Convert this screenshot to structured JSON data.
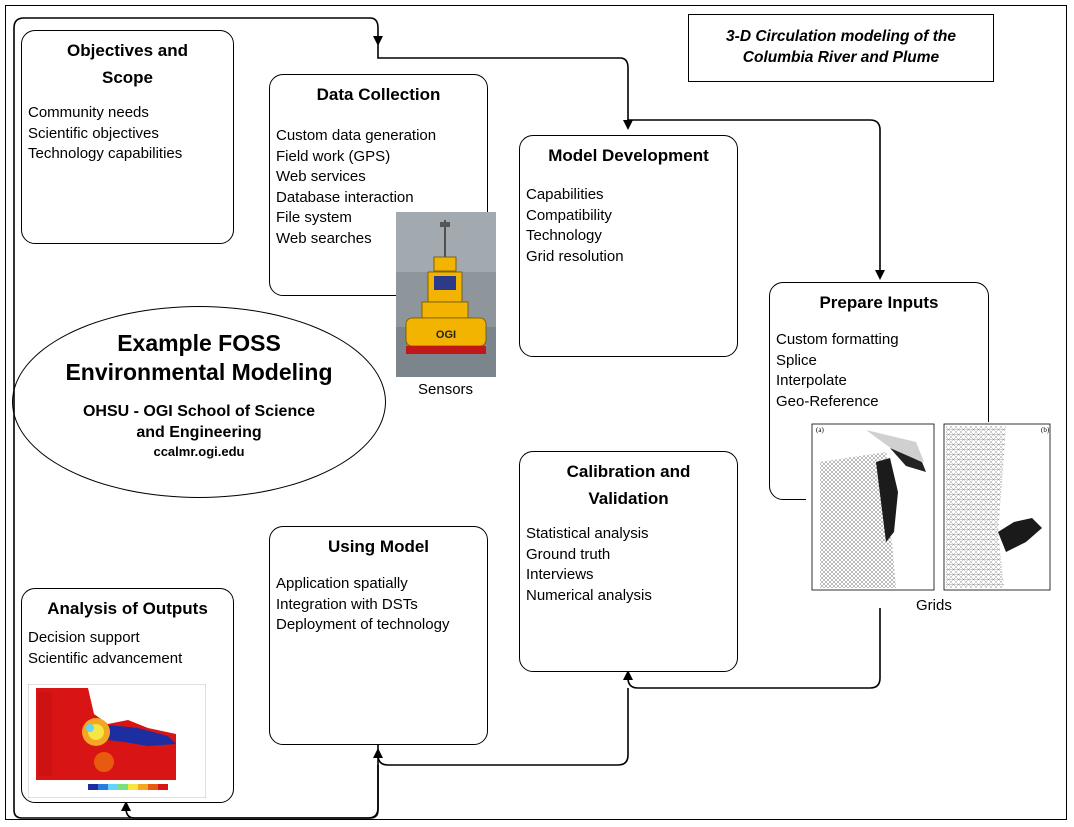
{
  "title_box": {
    "line1": "3-D Circulation modeling of the",
    "line2": "Columbia River and Plume"
  },
  "objectives": {
    "title_line1": "Objectives and",
    "title_line2": "Scope",
    "items": [
      "Community needs",
      "Scientific objectives",
      "Technology capabilities"
    ]
  },
  "data_collection": {
    "title": "Data Collection",
    "items": [
      "Custom data generation",
      "Field work (GPS)",
      "Web services",
      "Database interaction",
      "File system",
      "Web searches"
    ]
  },
  "model_development": {
    "title": "Model Development",
    "items": [
      "Capabilities",
      "Compatibility",
      "Technology",
      "Grid resolution"
    ]
  },
  "prepare_inputs": {
    "title": "Prepare Inputs",
    "items": [
      "Custom formatting",
      "Splice",
      "Interpolate",
      "Geo-Reference"
    ]
  },
  "calibration": {
    "title_line1": "Calibration and",
    "title_line2": "Validation",
    "items": [
      "Statistical analysis",
      "Ground truth",
      "Interviews",
      "Numerical analysis"
    ]
  },
  "using_model": {
    "title": "Using Model",
    "items": [
      "Application spatially",
      "Integration with DSTs",
      "Deployment of technology"
    ]
  },
  "analysis": {
    "title": "Analysis of Outputs",
    "items": [
      "Decision support",
      "Scientific advancement"
    ]
  },
  "center": {
    "line1": "Example FOSS",
    "line2": "Environmental Modeling",
    "org_line1": "OHSU - OGI School of Science",
    "org_line2": "and Engineering",
    "url": "ccalmr.ogi.edu"
  },
  "captions": {
    "sensors": "Sensors",
    "grids": "Grids",
    "buoy_text": "OGI",
    "grid_a": "(a)",
    "grid_b": "(b)"
  },
  "colors": {
    "buoy": "#f2b400",
    "water": "#8a9298",
    "heat_red": "#d81414"
  }
}
